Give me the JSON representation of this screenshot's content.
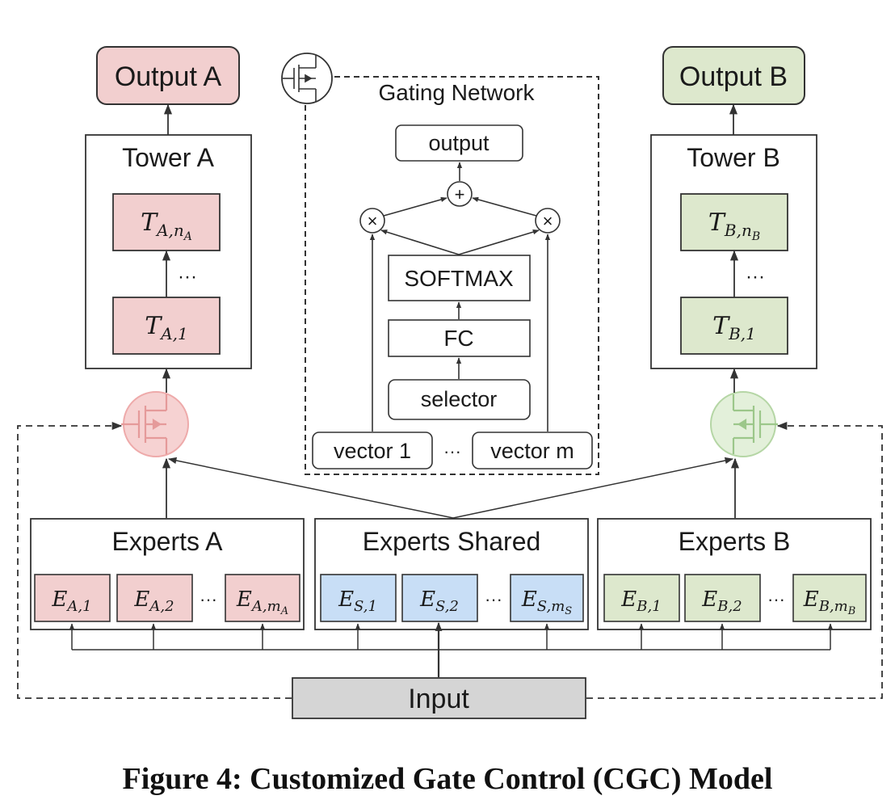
{
  "outputs": {
    "a": "Output A",
    "b": "Output B"
  },
  "towers": {
    "a_title": "Tower A",
    "b_title": "Tower B",
    "ellipsis": "···"
  },
  "tower_layers": {
    "a_top": {
      "base": "T",
      "sub": "A,n",
      "subsub": "A"
    },
    "a_bottom": {
      "base": "T",
      "sub": "A,1"
    },
    "b_top": {
      "base": "T",
      "sub": "B,n",
      "subsub": "B"
    },
    "b_bottom": {
      "base": "T",
      "sub": "B,1"
    }
  },
  "gating_network": {
    "title": "Gating Network",
    "output": "output",
    "plus": "+",
    "times": "×",
    "softmax": "SOFTMAX",
    "fc": "FC",
    "selector": "selector",
    "vector_1": "vector 1",
    "vector_m": "vector m",
    "ellipsis": "···"
  },
  "expert_groups": {
    "a": {
      "title": "Experts A",
      "items": [
        {
          "base": "E",
          "sub": "A,1"
        },
        {
          "base": "E",
          "sub": "A,2"
        },
        {
          "base": "E",
          "sub": "A,m",
          "subsub": "A"
        }
      ]
    },
    "shared": {
      "title": "Experts Shared",
      "items": [
        {
          "base": "E",
          "sub": "S,1"
        },
        {
          "base": "E",
          "sub": "S,2"
        },
        {
          "base": "E",
          "sub": "S,m",
          "subsub": "S"
        }
      ]
    },
    "b": {
      "title": "Experts B",
      "items": [
        {
          "base": "E",
          "sub": "B,1"
        },
        {
          "base": "E",
          "sub": "B,2"
        },
        {
          "base": "E",
          "sub": "B,m",
          "subsub": "B"
        }
      ]
    },
    "ellipsis": "···"
  },
  "input": "Input",
  "caption": "Figure 4: Customized Gate Control (CGC) Model",
  "colors": {
    "task_a_fill": "#f2cfcf",
    "task_a_gate": "#eeaaaa",
    "task_b_fill": "#dde8cd",
    "task_b_gate": "#b5d6a5",
    "shared_fill": "#c8def6",
    "input_fill": "#d5d5d5",
    "line": "#333333"
  }
}
